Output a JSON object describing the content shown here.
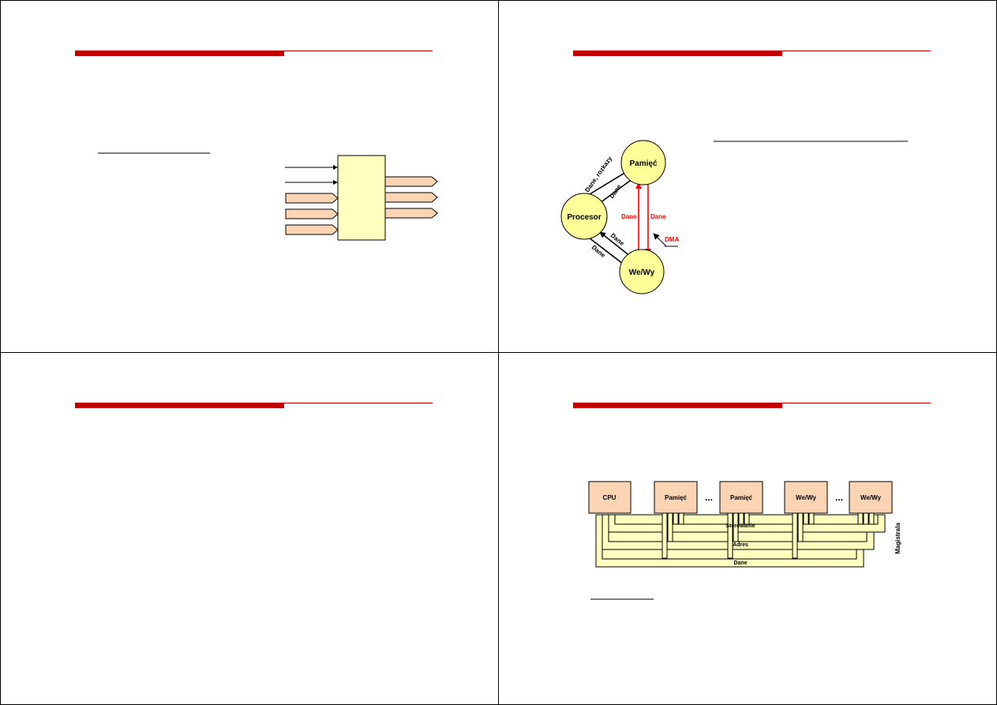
{
  "slide2": {
    "nodes": {
      "memory": "Pamięć",
      "processor": "Procesor",
      "io": "We/Wy"
    },
    "labels": {
      "data_commands": "Dane, rozkazy",
      "data_mem_to_cpu": "Dane",
      "data_cpu_to_io": "Dane",
      "data_io_to_cpu": "Dane",
      "dma_left": "Dane",
      "dma_right": "Dane",
      "dma": "DMA"
    }
  },
  "slide4": {
    "blocks": {
      "cpu": "CPU",
      "mem1": "Pamięć",
      "mem2": "Pamięć",
      "io1": "We/Wy",
      "io2": "We/Wy"
    },
    "ellipsis1": "...",
    "ellipsis2": "...",
    "buses": {
      "control": "Sterowanie",
      "address": "Adres",
      "data": "Dane"
    },
    "bus_label": "Magistrala"
  },
  "colors": {
    "accent": "#c00000",
    "orange_fill": "#fbd4b4",
    "yellow_fill": "#ffffc0",
    "node_fill": "#ffff99",
    "dma_red": "#ff0000"
  }
}
